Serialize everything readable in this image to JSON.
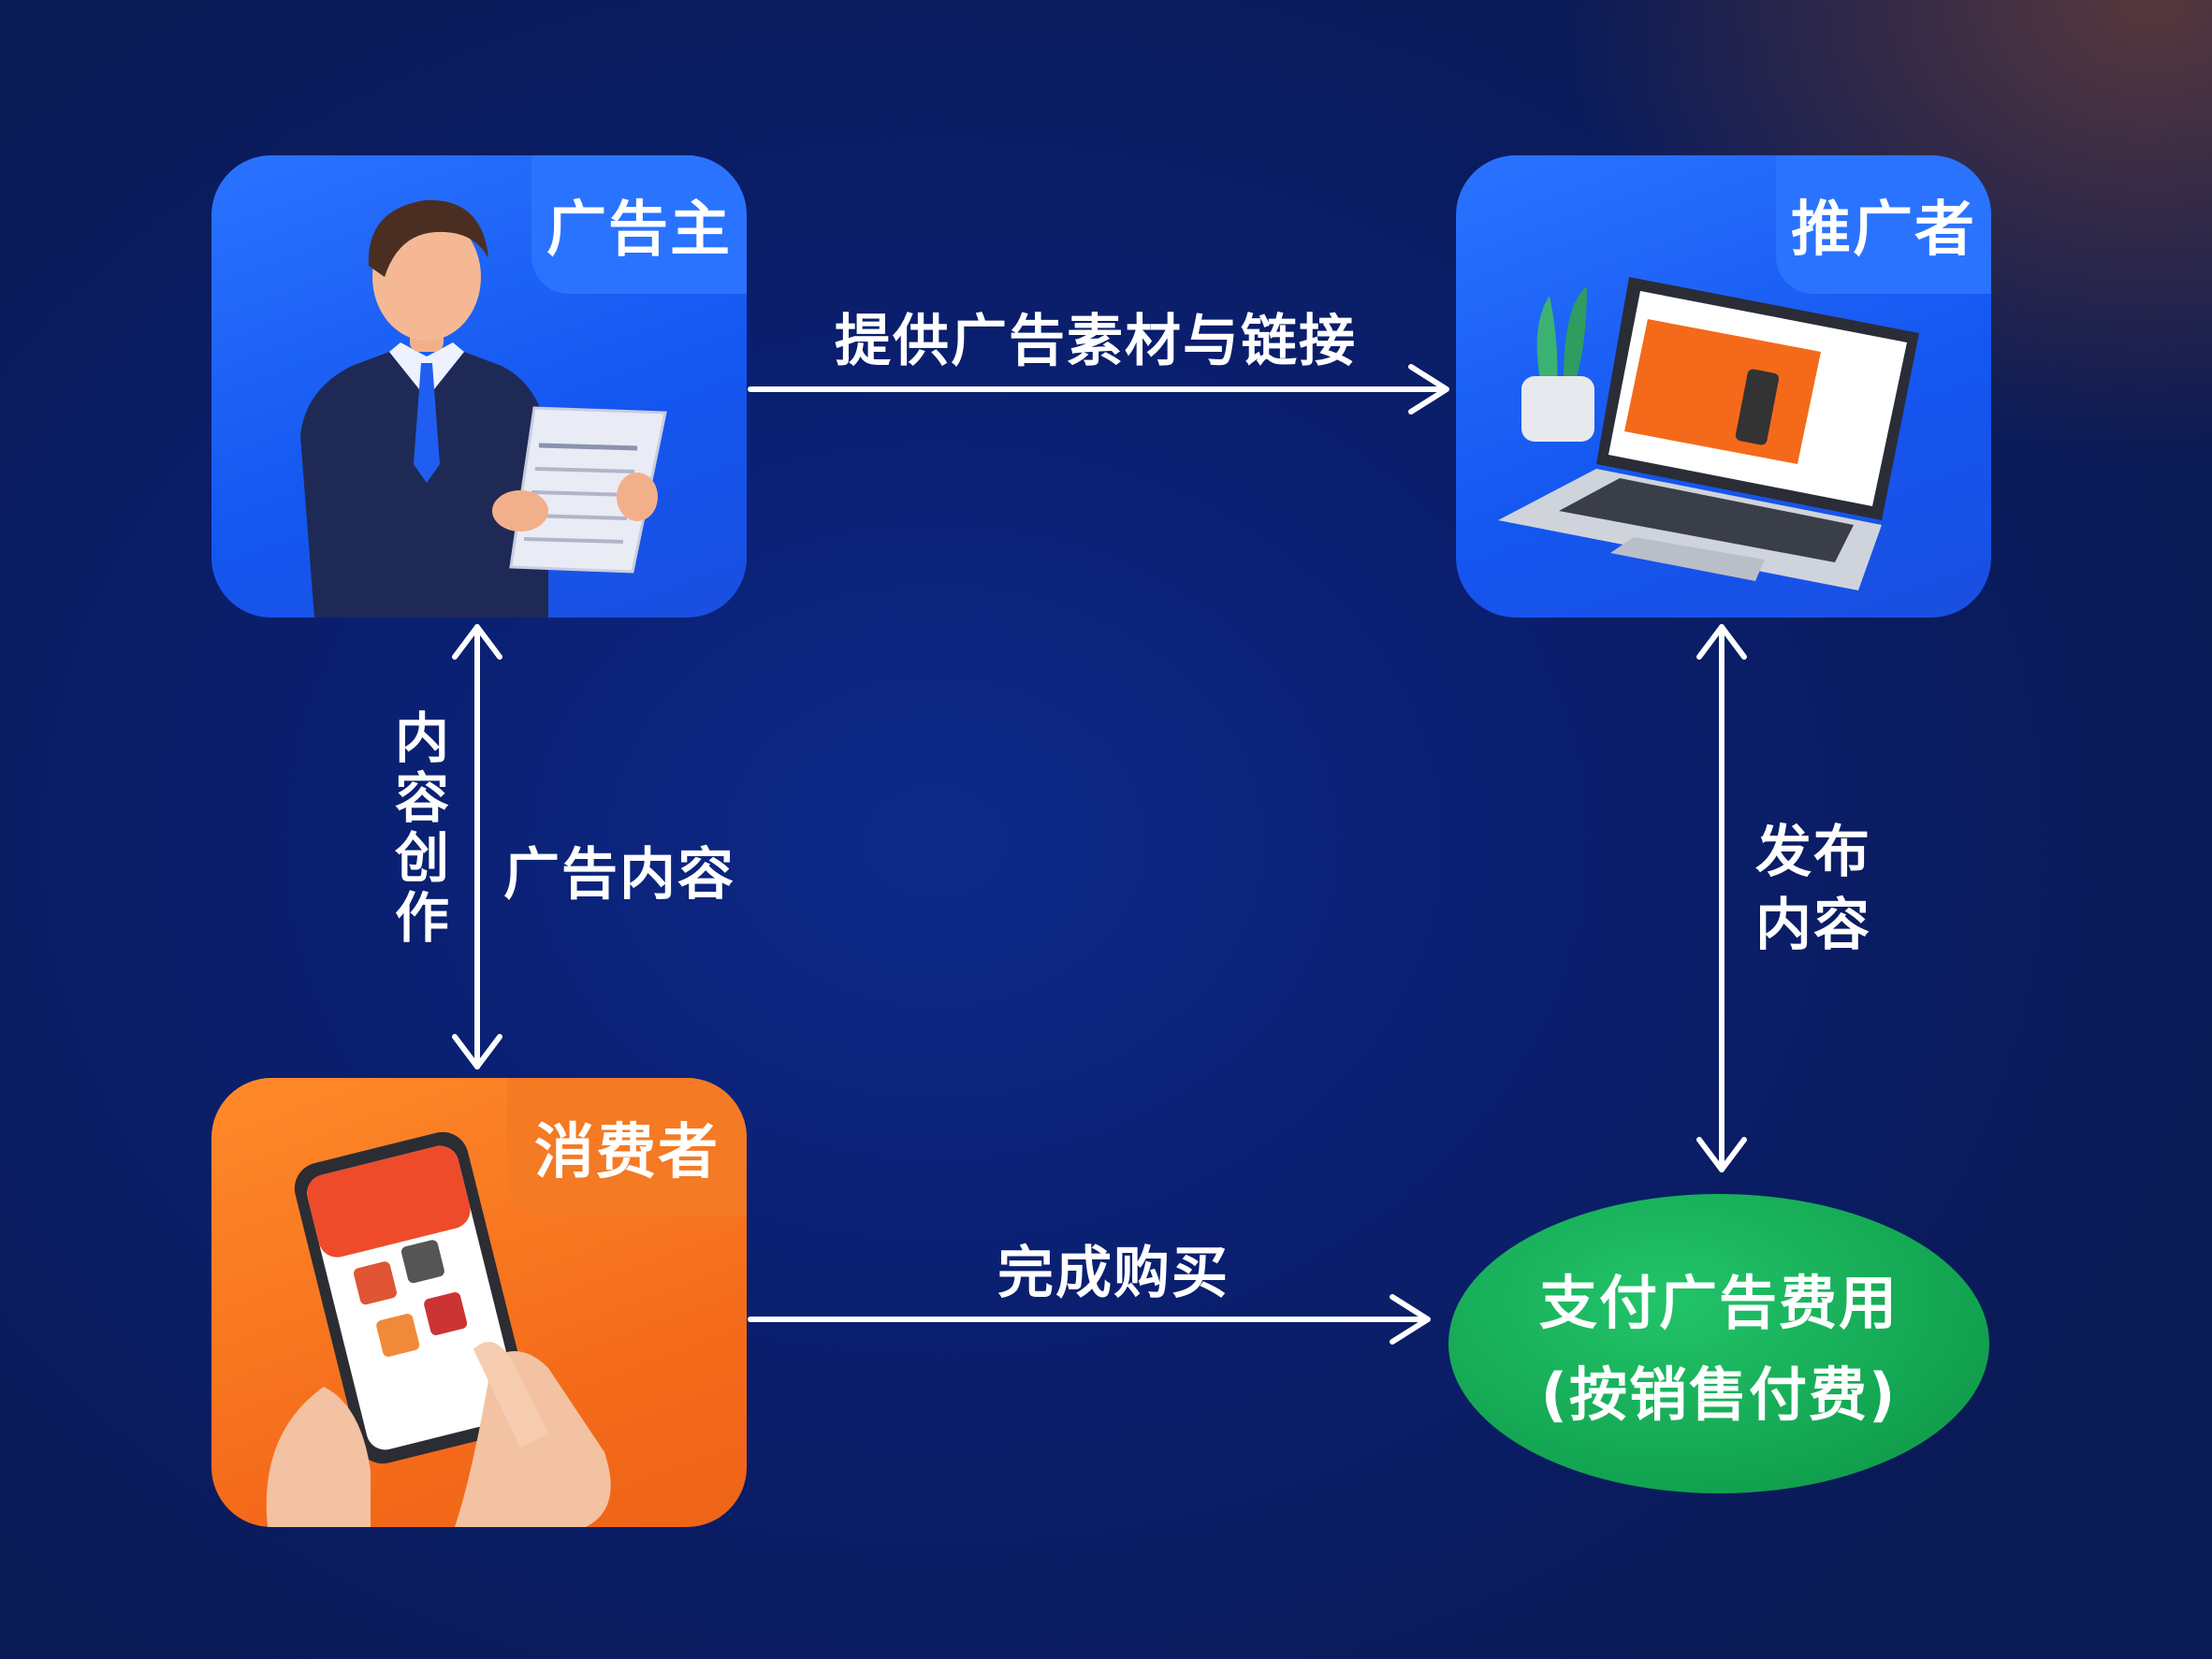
{
  "nodes": {
    "advertiser": {
      "title": "广告主"
    },
    "promoter": {
      "title": "推广者"
    },
    "consumer": {
      "title": "消费者"
    },
    "payment": {
      "line1": "支付广告费用",
      "line2": "(按销售付费)"
    }
  },
  "edges": {
    "advertiser_to_promoter": "提供广告素材与链接",
    "advertiser_consumer_left": "内容创作",
    "advertiser_consumer_right": "广告内容",
    "promoter_payment": "发布内容",
    "consumer_to_payment": "完成购买"
  },
  "colors": {
    "background": "#0a1f70",
    "blue_node": "#2a73ff",
    "orange_node": "#f47a24",
    "green_node": "#12a24f",
    "arrow": "#ffffff"
  }
}
